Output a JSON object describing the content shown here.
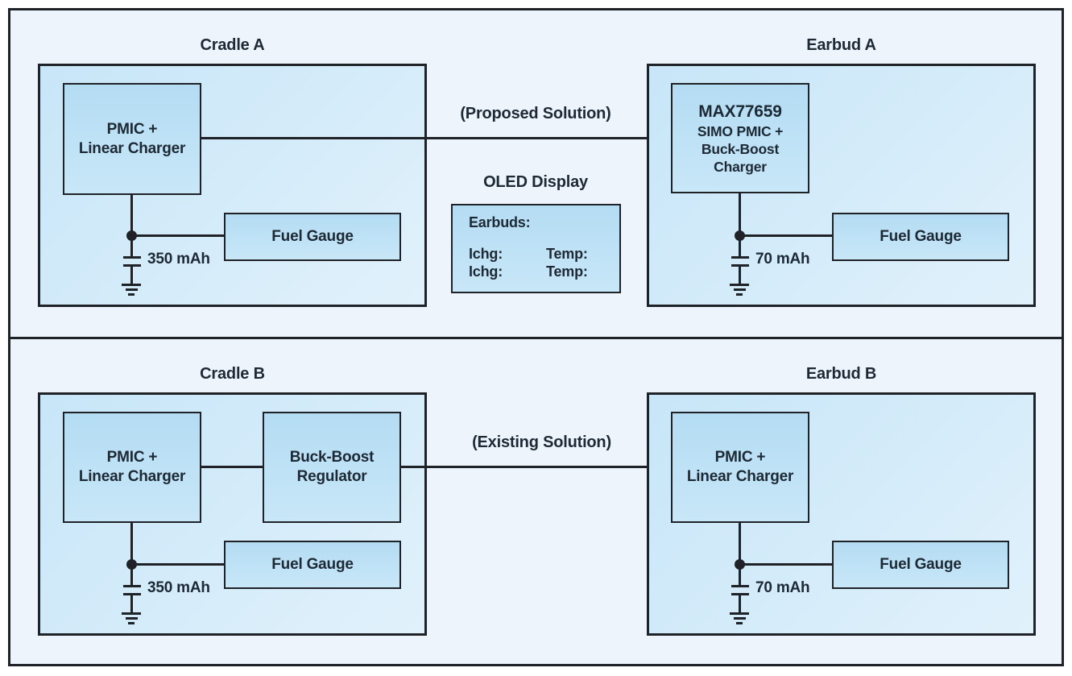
{
  "colors": {
    "line": "#1f2227",
    "text": "#1d2935",
    "panel_fill": "#edf4fb",
    "device_box_fill": "#c7e6f8",
    "block_fill": "#b4dcf3"
  },
  "rows": [
    {
      "solution_label": "(Proposed Solution)",
      "cradle": {
        "title": "Cradle A",
        "chip": {
          "line1": "PMIC +",
          "line2": "Linear Charger"
        },
        "fuel_gauge": "Fuel Gauge",
        "battery": "350 mAh"
      },
      "earbud": {
        "title": "Earbud A",
        "chip": {
          "line1": "MAX77659",
          "line2": "SIMO PMIC +",
          "line3": "Buck-Boost",
          "line4": "Charger"
        },
        "fuel_gauge": "Fuel Gauge",
        "battery": "70 mAh"
      },
      "oled": {
        "title": "OLED Display",
        "heading": "Earbuds:",
        "row1": {
          "left": "Ichg:",
          "right": "Temp:"
        },
        "row2": {
          "left": "Ichg:",
          "right": "Temp:"
        }
      }
    },
    {
      "solution_label": "(Existing Solution)",
      "cradle": {
        "title": "Cradle B",
        "chip": {
          "line1": "PMIC +",
          "line2": "Linear Charger"
        },
        "regulator": {
          "line1": "Buck-Boost",
          "line2": "Regulator"
        },
        "fuel_gauge": "Fuel Gauge",
        "battery": "350 mAh"
      },
      "earbud": {
        "title": "Earbud B",
        "chip": {
          "line1": "PMIC +",
          "line2": "Linear Charger"
        },
        "fuel_gauge": "Fuel Gauge",
        "battery": "70 mAh"
      }
    }
  ]
}
